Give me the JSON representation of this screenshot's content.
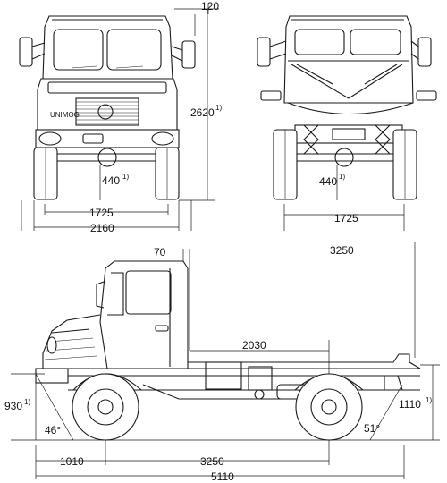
{
  "dimensions": {
    "mirror_offset": "120",
    "height": "2620",
    "height_note": "1)",
    "ground_clearance_front": "440",
    "ground_clearance_front_note": "1)",
    "ground_clearance_rear": "440",
    "ground_clearance_rear_note": "1)",
    "track_front": "1725",
    "overall_width": "2160",
    "track_rear": "1725",
    "cab_to_top": "70",
    "platform_length": "3250",
    "cab_to_axle": "2030",
    "approach_height": "930",
    "approach_height_note": "1)",
    "departure_height": "1110",
    "departure_height_note": "1)",
    "approach_angle": "46°",
    "departure_angle": "51°",
    "front_overhang": "1010",
    "wheelbase": "3250",
    "overall_length": "5110"
  },
  "badge": "UNIMOG"
}
